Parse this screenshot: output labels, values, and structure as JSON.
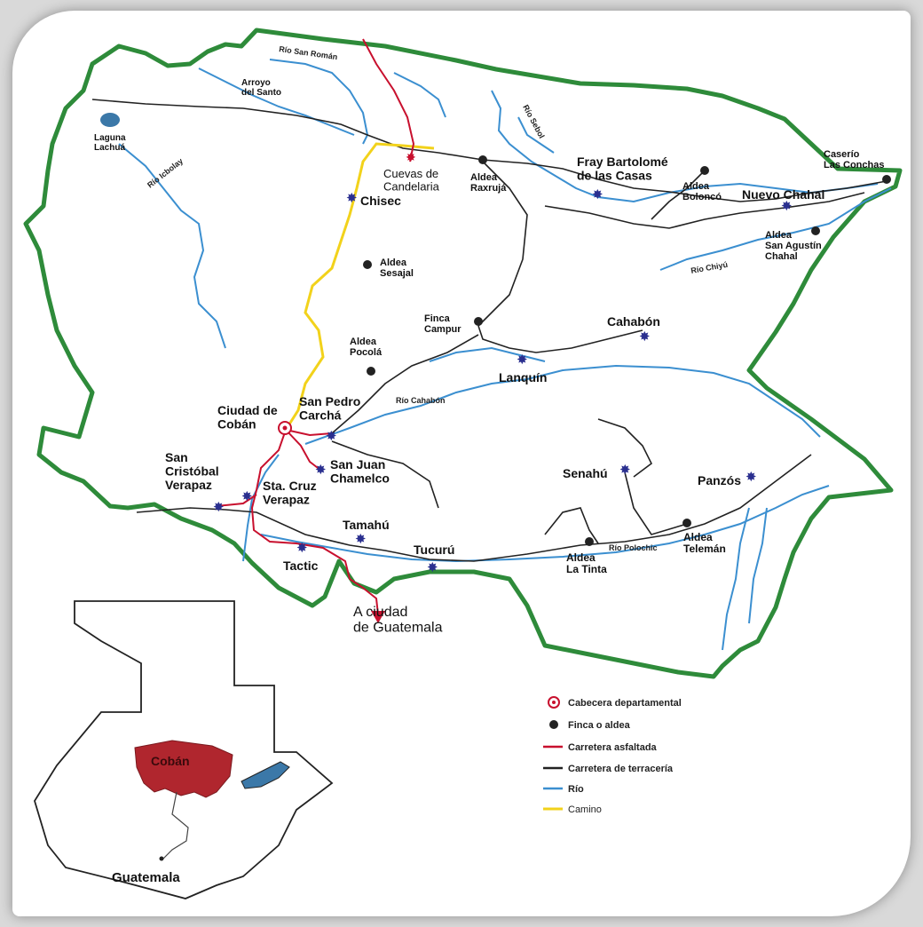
{
  "colors": {
    "border": "#2e8b3a",
    "paved_road": "#c8102e",
    "dirt_road": "#222222",
    "river": "#3b8fd0",
    "path": "#f2d21b",
    "town_star": "#2a2f8f",
    "department_fill": "#b0262e",
    "lake": "#3b78a8"
  },
  "labels": {
    "laguna": "Laguna\nLachuá",
    "arroyo": "Arroyo\ndel Santo",
    "cuevas": "Cuevas de\nCandelaria",
    "chisec": "Chisec",
    "raxruja": "Aldea\nRaxrujá",
    "fray": "Fray Bartolomé\nde las Casas",
    "boloncó": "Aldea\nBoloncó",
    "caserio": "Caserío\nLas Conchas",
    "nuevo_chahal": "Nuevo Chahal",
    "san_agustin": "Aldea\nSan Agustín\nChahal",
    "sesajal": "Aldea\nSesajal",
    "campur": "Finca\nCampur",
    "cahabon": "Cahabón",
    "pocola": "Aldea\nPocolá",
    "lanquin": "Lanquín",
    "coban": "Ciudad de\nCobán",
    "carcha": "San Pedro\nCarchá",
    "san_juan": "San Juan\nChamelco",
    "san_cristobal": "San\nCristóbal\nVerapaz",
    "santa_cruz": "Sta. Cruz\nVerapaz",
    "tamahu": "Tamahú",
    "tactic": "Tactic",
    "tucuru": "Tucurú",
    "senahu": "Senahú",
    "panzos": "Panzós",
    "la_tinta": "Aldea\nLa Tinta",
    "teleman": "Aldea\nTelemán",
    "to_guatemala": "A ciudad\nde Guatemala"
  },
  "rivers": {
    "san_roman": "Río San Román",
    "icbolay": "Río Icbolay",
    "sebol": "Río Sebol",
    "chiyu": "Río Chiyú",
    "cahabon": "Río Cahabón",
    "polochic": "Río Polochic"
  },
  "legend": {
    "cabecera": "Cabecera departamental",
    "finca": "Finca o aldea",
    "asfaltada": "Carretera asfaltada",
    "terraceria": "Carretera de terracería",
    "rio": "Río",
    "camino": "Camino"
  },
  "inset": {
    "department": "Cobán",
    "capital": "Guatemala"
  }
}
